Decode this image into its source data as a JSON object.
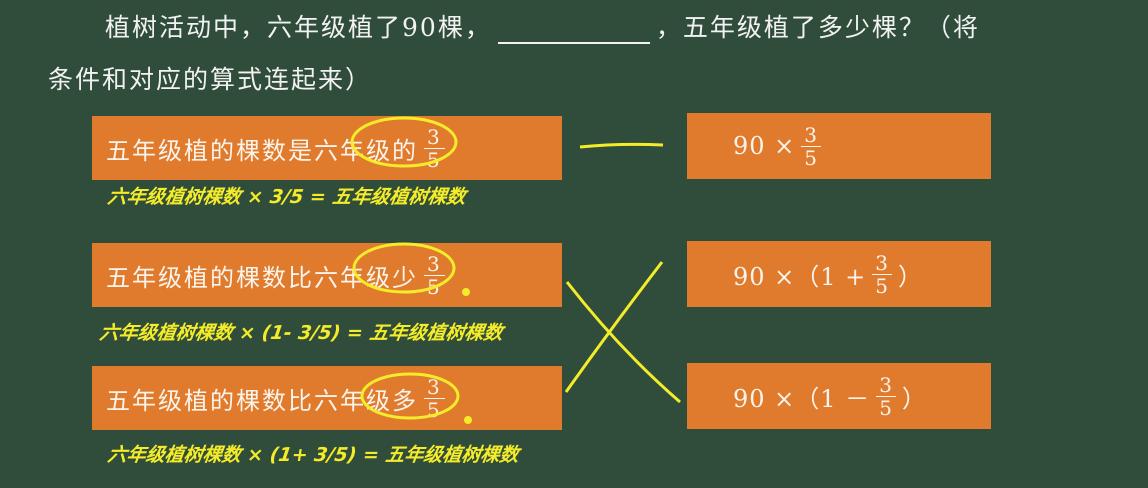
{
  "question": {
    "line1_before": "植树活动中，六年级植了90棵，",
    "line1_after": "，五年级植了多少棵？（将",
    "line2": "条件和对应的算式连起来）"
  },
  "conditions": [
    {
      "text_before": "五年级植的棵数是",
      "highlight": "六年级",
      "text_after": "的",
      "num": "3",
      "den": "5"
    },
    {
      "text_before": "五年级植的棵数比",
      "highlight": "六年级",
      "text_after": "少",
      "num": "3",
      "den": "5"
    },
    {
      "text_before": "五年级植的棵数比",
      "highlight": "六年级",
      "text_after": "多",
      "num": "3",
      "den": "5"
    }
  ],
  "formulas": [
    {
      "prefix": "90 ×",
      "num": "3",
      "den": "5",
      "suffix": ""
    },
    {
      "prefix": "90 ×（1 +",
      "num": "3",
      "den": "5",
      "suffix": "）"
    },
    {
      "prefix": "90 ×（1 －",
      "num": "3",
      "den": "5",
      "suffix": "）"
    }
  ],
  "notes": [
    "六年级植树棵数 × 3/5 = 五年级植树棵数",
    "六年级植树棵数 × (1- 3/5) = 五年级植树棵数",
    "六年级植树棵数 × (1+ 3/5) = 五年级植树棵数"
  ],
  "colors": {
    "board": "#2f4d3a",
    "box": "#e07b2e",
    "chalk": "#f2f2f2",
    "marker": "#f4ec2a"
  }
}
